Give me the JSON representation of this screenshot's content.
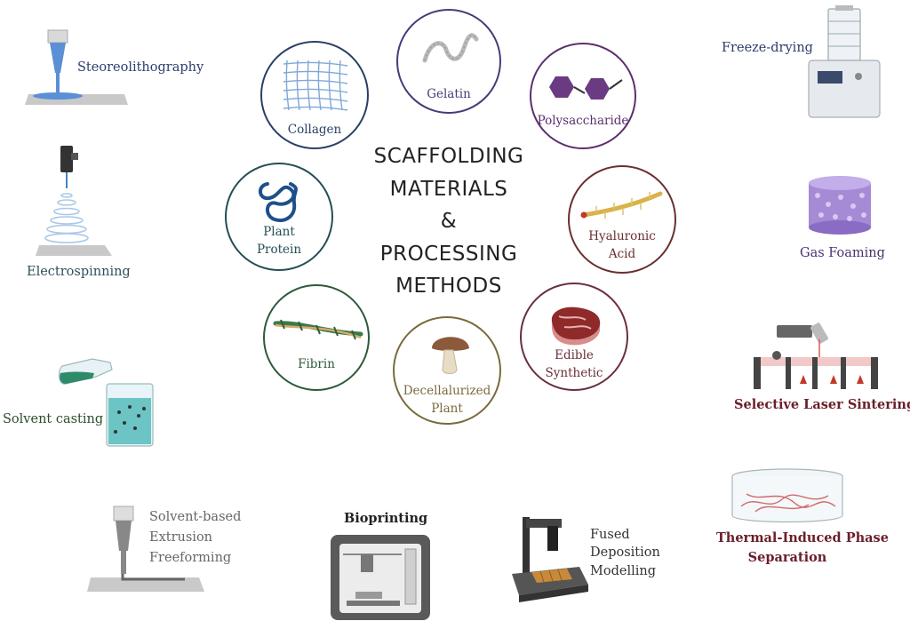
{
  "title": {
    "lines": [
      "SCAFFOLDING",
      "MATERIALS",
      "&",
      "PROCESSING",
      "METHODS"
    ]
  },
  "materials": {
    "gelatin": {
      "label": "Gelatin",
      "color": "#4b3a7a"
    },
    "polysaccharide": {
      "label": "Polysaccharide",
      "color": "#5b2f6e"
    },
    "collagen": {
      "label": "Collagen",
      "color": "#2a3f66"
    },
    "hyaluronic": {
      "line1": "Hyaluronic",
      "line2": "Acid",
      "color": "#6a2f2f"
    },
    "plant_protein": {
      "line1": "Plant",
      "line2": "Protein",
      "color": "#244e55"
    },
    "edible_synthetic": {
      "line1": "Edible",
      "line2": "Synthetic",
      "color": "#6a2f3a"
    },
    "fibrin": {
      "label": "Fibrin",
      "color": "#2d5a3a"
    },
    "decellularized": {
      "line1": "Decellalurized",
      "line2": "Plant",
      "color": "#7a6a3c"
    }
  },
  "methods": {
    "stereolithography": {
      "label": "Steoreolithography",
      "color": "#2d3e6d"
    },
    "electrospinning": {
      "label": "Electrospinning",
      "color": "#2f4f5a"
    },
    "solvent_casting": {
      "label": "Solvent casting",
      "color": "#2a4d2a"
    },
    "solvent_extrusion": {
      "line1": "Solvent-based",
      "line2": "Extrusion",
      "line3": "Freeforming",
      "color": "#666666"
    },
    "bioprinting": {
      "label": "Bioprinting",
      "color": "#222222"
    },
    "fdm": {
      "line1": "Fused",
      "line2": "Deposition",
      "line3": "Modelling",
      "color": "#333333"
    },
    "freeze_drying": {
      "label": "Freeze-drying",
      "color": "#2f3a6a"
    },
    "gas_foaming": {
      "label": "Gas Foaming",
      "color": "#4e3070"
    },
    "sls": {
      "label": "Selective Laser Sintering",
      "color": "#6a1f2a"
    },
    "tips": {
      "line1": "Thermal-Induced Phase",
      "line2": "Separation",
      "color": "#6a1f2a"
    }
  }
}
